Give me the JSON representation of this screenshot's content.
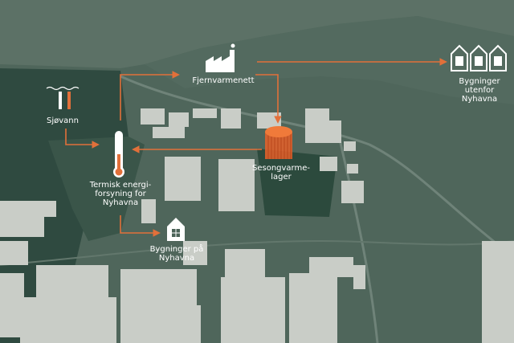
{
  "labels": {
    "sjovann": "Sjøvann",
    "fjernvarmenett": "Fjernvarmenett",
    "bygninger_utenfor": "Bygninger\nutenfor\nNyhavna",
    "sesongvarmelager": "Sesongvarme-\nlager",
    "termisk": "Termisk energi-\nforsyning for\nNyhavna",
    "bygninger_pa": "Bygninger på\nNyhavna"
  },
  "colors": {
    "arrow": "#e2703a",
    "background": "#4a6257",
    "buildings": "#c9cdc7",
    "storage": "#e8622a",
    "icons": "#ffffff"
  },
  "icons": [
    "water-icon",
    "factory-icon",
    "houses-icon",
    "thermometer-icon",
    "storage-tank-icon",
    "house-icon"
  ]
}
